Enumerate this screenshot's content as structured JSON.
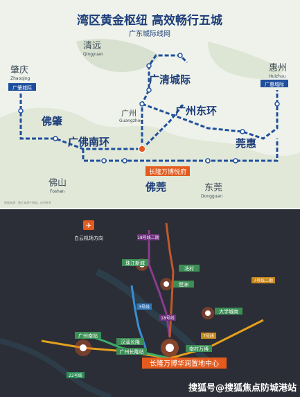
{
  "top_map": {
    "title": "湾区黄金枢纽  高效畅行五城",
    "subtitle": "广东城际线网",
    "cities": [
      {
        "zh": "清远",
        "en": "Qingyuan"
      },
      {
        "zh": "肇庆",
        "en": "Zhaoqing"
      },
      {
        "zh": "惠州",
        "en": "Huizhou"
      },
      {
        "zh": "广州",
        "en": "Guangzhou"
      },
      {
        "zh": "佛山",
        "en": "Foshan"
      },
      {
        "zh": "东莞",
        "en": "Dongguan"
      }
    ],
    "lines": {
      "guangqing": "广清城际",
      "guangzhou_east": "广州东环",
      "foshan_zhaoqing": "佛肇",
      "guangfo_south": "广佛南环",
      "guanhui": "莞惠",
      "foguan": "佛莞",
      "guangzhao_tag": "广肇城际",
      "guanghui_tag": "广惠城际"
    },
    "project_tag": "长隆万博悦府",
    "footnote": "数据来源：图片来源于网络，仅供参考",
    "colors": {
      "line": "#1f4f9c",
      "accent": "#e35b1e",
      "title": "#1d3d7a"
    }
  },
  "bottom_map": {
    "airport": "白云机场方向",
    "stations": {
      "zhujiang": "珠江新城",
      "xiancun": "冼村",
      "pazhou": "琶洲",
      "daxuecheng": "大学城南",
      "guangzhou_south": "广州南站",
      "hanxi": "汉溪长隆",
      "nancun": "南村万博",
      "changlong_station": "广州长隆站"
    },
    "lines": {
      "l18": "18号线",
      "l18b": "18号线二期",
      "l3": "3号线",
      "l7": "7号线",
      "l7b": "7号线二期",
      "l22": "22号线"
    },
    "project_tag": "长隆万博华润置地中心",
    "watermark": "搜狐号@搜狐焦点防城港站"
  }
}
